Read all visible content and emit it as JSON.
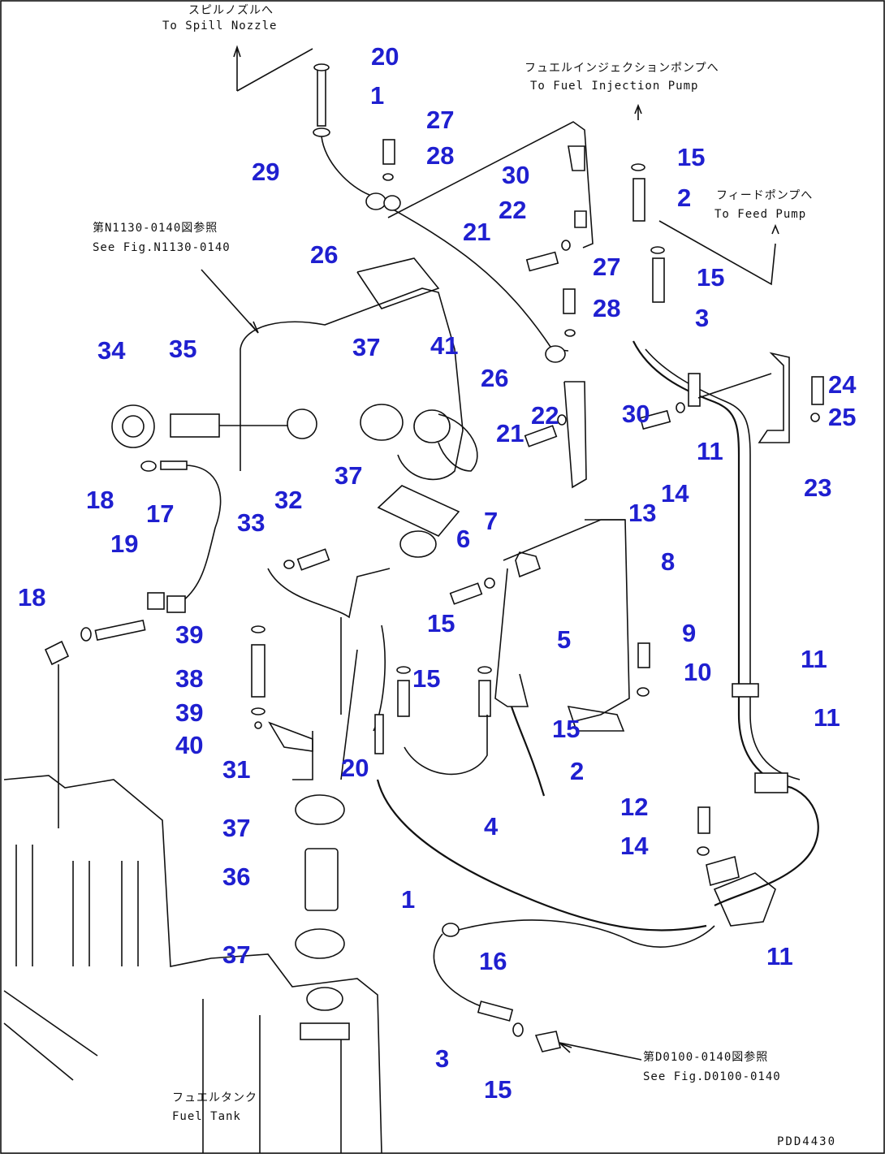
{
  "notes": {
    "spill_jp": "スピルノズルへ",
    "spill_en": "To Spill Nozzle",
    "inj_jp": "フュエルインジェクションポンプへ",
    "inj_en": "To Fuel Injection Pump",
    "feed_jp": "フィードポンプへ",
    "feed_en": "To Feed Pump",
    "ref1_jp": "第N1130-0140図参照",
    "ref1_en": "See Fig.N1130-0140",
    "ref2_jp": "第D0100-0140図参照",
    "ref2_en": "See Fig.D0100-0140",
    "tank_jp": "フュエルタンク",
    "tank_en": "Fuel Tank"
  },
  "drawing_code": "PDD4430",
  "callouts": {
    "c20a": "20",
    "c1a": "1",
    "c29": "29",
    "c27a": "27",
    "c28a": "28",
    "c30a": "30",
    "c15a": "15",
    "c2a": "2",
    "c26a": "26",
    "c21a": "21",
    "c22a": "22",
    "c27b": "27",
    "c15b": "15",
    "c3a": "3",
    "c28b": "28",
    "c34": "34",
    "c35": "35",
    "c37a": "37",
    "c41": "41",
    "c26b": "26",
    "c22b": "22",
    "c30b": "30",
    "c24": "24",
    "c25": "25",
    "c21b": "21",
    "c11a": "11",
    "c13": "13",
    "c14a": "14",
    "c23": "23",
    "c18a": "18",
    "c17": "17",
    "c37b": "37",
    "c32": "32",
    "c33": "33",
    "c7": "7",
    "c8": "8",
    "c6": "6",
    "c19": "19",
    "c18b": "18",
    "c15c": "15",
    "c5": "5",
    "c39a": "39",
    "c9": "9",
    "c38": "38",
    "c15d": "15",
    "c10": "10",
    "c11b": "11",
    "c39b": "39",
    "c15e": "15",
    "c11c": "11",
    "c40": "40",
    "c2b": "2",
    "c31": "31",
    "c20b": "20",
    "c12": "12",
    "c4": "4",
    "c37c": "37",
    "c14b": "14",
    "c36": "36",
    "c1b": "1",
    "c11d": "11",
    "c37d": "37",
    "c16": "16",
    "c3b": "3",
    "c15f": "15"
  }
}
